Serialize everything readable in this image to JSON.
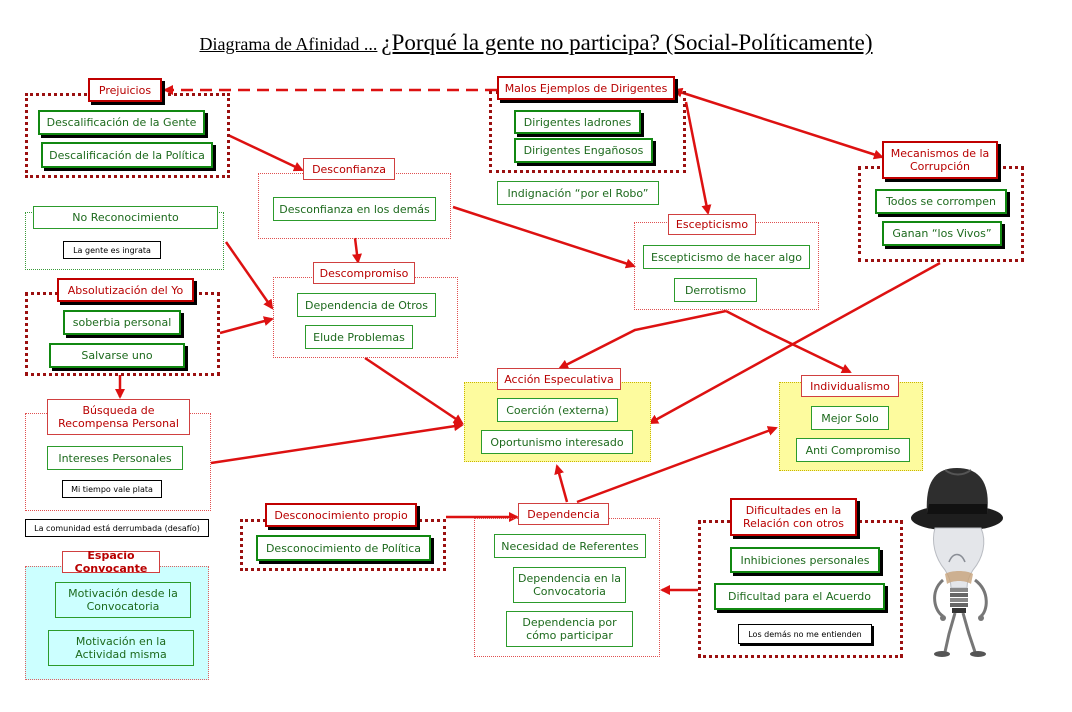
{
  "title": {
    "prefix": "Diagrama de Afinidad ...",
    "question": "¿Porqué la gente no participa? (Social-Políticamente)"
  },
  "prejuicios": {
    "header": "Prejuicios",
    "items": [
      "Descalificación de la Gente",
      "Descalificación de la Política"
    ]
  },
  "malos_ejemplos": {
    "header": "Malos Ejemplos de Dirigentes",
    "items": [
      "Dirigentes ladrones",
      "Dirigentes Engañosos"
    ],
    "extra": "Indignación “por el Robo”"
  },
  "mecanismos": {
    "header": "Mecanismos de la Corrupción",
    "items": [
      "Todos se corrompen",
      "Ganan “los Vivos”"
    ]
  },
  "desconfianza": {
    "header": "Desconfianza",
    "items": [
      "Desconfianza en los demás"
    ]
  },
  "no_reconocimiento": {
    "header": "No Reconocimiento",
    "note": "La gente es ingrata"
  },
  "escepticismo": {
    "header": "Escepticismo",
    "items": [
      "Escepticismo de hacer algo",
      "Derrotismo"
    ]
  },
  "descompromiso": {
    "header": "Descompromiso",
    "items": [
      "Dependencia de Otros",
      "Elude Problemas"
    ]
  },
  "absolutizacion": {
    "header": "Absolutización del Yo",
    "items": [
      "soberbia personal",
      "Salvarse uno"
    ]
  },
  "accion_especulativa": {
    "header": "Acción Especulativa",
    "items": [
      "Coerción (externa)",
      "Oportunismo interesado"
    ]
  },
  "individualismo": {
    "header": "Individualismo",
    "items": [
      "Mejor Solo",
      "Anti Compromiso"
    ]
  },
  "busqueda": {
    "header": "Búsqueda de Recompensa Personal",
    "items": [
      "Intereses Personales"
    ],
    "note": "Mi tiempo vale plata"
  },
  "comunidad_note": "La comunidad está derrumbada (desafío)",
  "desconocimiento": {
    "header": "Desconocimiento propio",
    "items": [
      "Desconocimiento de Política"
    ]
  },
  "dependencia": {
    "header": "Dependencia",
    "items": [
      "Necesidad de Referentes",
      "Dependencia en la Convocatoria",
      "Dependencia por cómo participar"
    ]
  },
  "dificultades": {
    "header": "Dificultades en la Relación con otros",
    "items": [
      "Inhibiciones personales",
      "Dificultad para el Acuerdo"
    ],
    "note": "Los demás no me entienden"
  },
  "espacio": {
    "header": "Espacio Convocante",
    "items": [
      "Motivación desde la Convocatoria",
      "Motivación en la Actividad misma"
    ]
  },
  "colors": {
    "arrow": "#dd1111",
    "header_text": "#b80000",
    "item_text": "#1d6a1d",
    "yellow_bg": "#fdfb9e",
    "cyan_bg": "#ccffff"
  }
}
